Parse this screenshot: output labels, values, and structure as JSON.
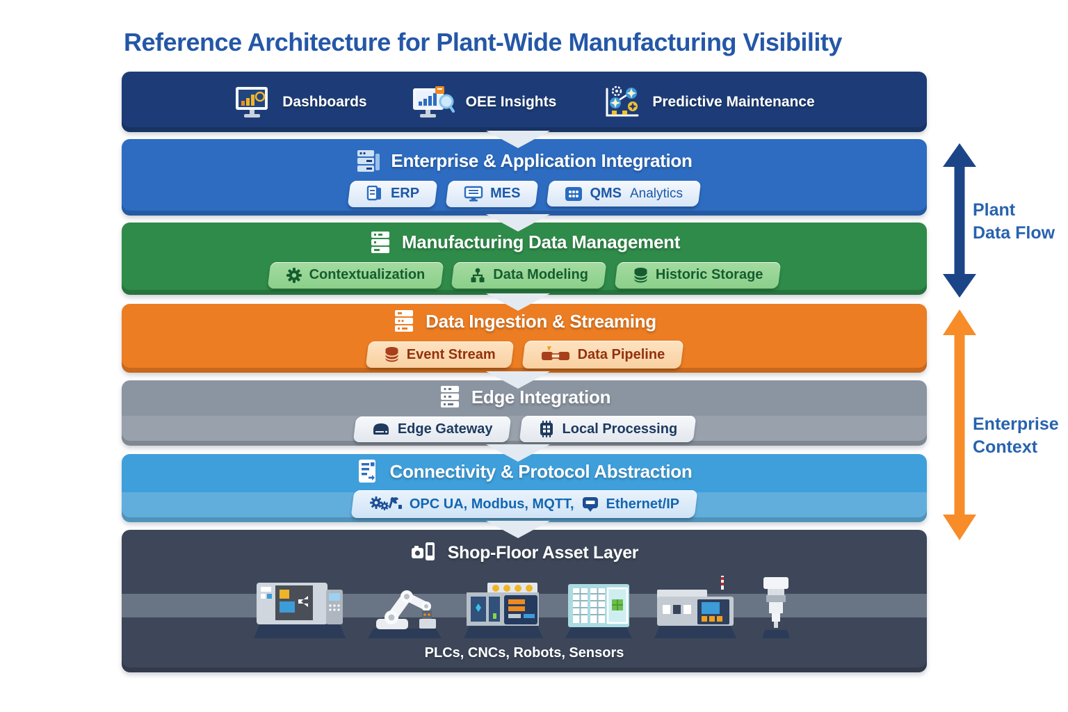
{
  "title": "Reference Architecture for Plant-Wide Manufacturing Visibility",
  "applications_layer": {
    "items": [
      {
        "icon": "dashboard-monitor-icon",
        "label": "Dashboards"
      },
      {
        "icon": "oee-chart-icon",
        "label": "OEE Insights"
      },
      {
        "icon": "predictive-scatter-icon",
        "label": "Predictive Maintenance"
      }
    ]
  },
  "enterprise_layer": {
    "heading": "Enterprise & Application Integration",
    "chips": [
      {
        "icon": "erp-document-icon",
        "label": "ERP"
      },
      {
        "icon": "mes-monitor-icon",
        "label": "MES"
      },
      {
        "icon": "qms-grid-icon",
        "label": "QMS",
        "sublabel": "Analytics"
      }
    ]
  },
  "data_management_layer": {
    "heading": "Manufacturing Data Management",
    "chips": [
      {
        "icon": "gear-icon",
        "label": "Contextualization"
      },
      {
        "icon": "data-model-icon",
        "label": "Data Modeling"
      },
      {
        "icon": "database-icon",
        "label": "Historic Storage"
      }
    ]
  },
  "ingestion_layer": {
    "heading": "Data Ingestion & Streaming",
    "chips": [
      {
        "icon": "database-icon",
        "label": "Event Stream"
      },
      {
        "icon": "pipeline-icon",
        "label": "Data Pipeline"
      }
    ]
  },
  "edge_layer": {
    "heading": "Edge Integration",
    "chips": [
      {
        "icon": "gateway-device-icon",
        "label": "Edge Gateway"
      },
      {
        "icon": "processor-chip-icon",
        "label": "Local Processing"
      }
    ]
  },
  "connectivity_layer": {
    "heading": "Connectivity & Protocol Abstraction",
    "protocols": {
      "icon_left": "gears-cluster-icon",
      "text_before": "OPC UA, Modbus, MQTT,",
      "icon_mid": "ethernet-device-icon",
      "text_after": "Ethernet/IP"
    }
  },
  "shop_floor_layer": {
    "heading": "Shop-Floor Asset Layer",
    "caption": "PLCs, CNCs, Robots, Sensors",
    "machines": [
      "cnc-machine",
      "robot-arm",
      "machine-control-panel",
      "server-cabinet",
      "hmi-machine",
      "sensor-probe"
    ]
  },
  "side_labels": {
    "plant_data_flow": "Plant\nData Flow",
    "enterprise_context": "Enterprise\nContext"
  },
  "colors": {
    "title_text": "#2457a7",
    "applications_band": "#1d3c77",
    "enterprise_band": "#2d6cc1",
    "data_management_band": "#2f8b49",
    "ingestion_band": "#ec7d23",
    "edge_band": "#8b95a1",
    "connectivity_band": "#3f9fdb",
    "shop_floor_band": "#3d4759",
    "plant_data_flow_arrow": "#1c4588",
    "enterprise_context_arrow": "#f78c28"
  }
}
